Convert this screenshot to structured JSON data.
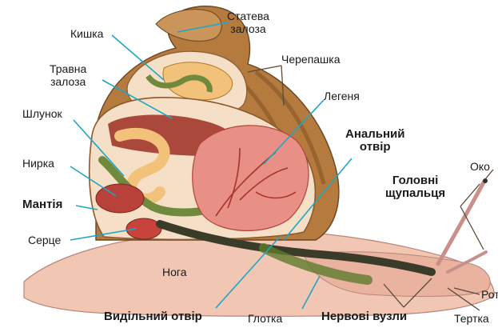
{
  "labels": {
    "gonad": [
      "Статева",
      "залоза"
    ],
    "intestine": "Кишка",
    "digestive_gland": [
      "Травна",
      "залоза"
    ],
    "shell": "Черепашка",
    "stomach": "Шлунок",
    "lung": "Легеня",
    "anus": [
      "Анальний",
      "отвір"
    ],
    "kidney": "Нирка",
    "mantle": "Мантія",
    "heart": "Серце",
    "foot": "Нога",
    "eye": "Око",
    "head_tentacles": [
      "Головні",
      "щупальця"
    ],
    "mouth": "Рот",
    "excretory_opening": "Видільний отвір",
    "pharynx": "Глотка",
    "nerve_ganglia": "Нервові вузли",
    "radula": "Тертка"
  },
  "colors": {
    "leader": "#1fa6c7",
    "shell": "#a8743f",
    "foot": "#f1c6b2",
    "lung": "#e88f86",
    "digestive": "#f3c27a",
    "stomach": "#6f8a3c"
  }
}
